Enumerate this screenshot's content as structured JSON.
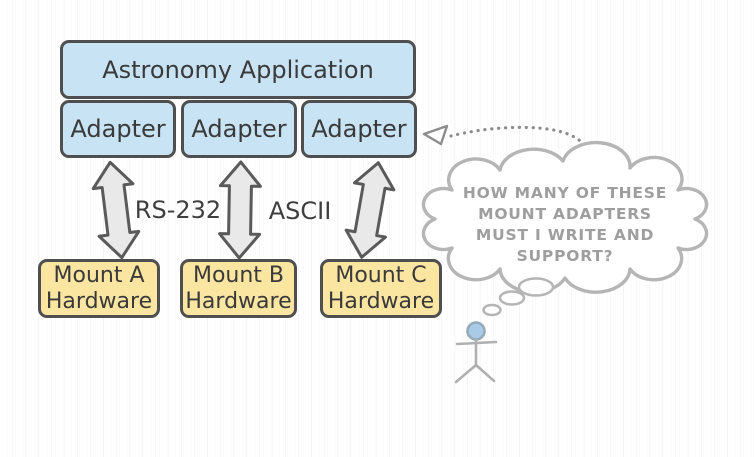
{
  "diagram": {
    "title": "Astronomy Application",
    "adapters": [
      {
        "label": "Adapter"
      },
      {
        "label": "Adapter"
      },
      {
        "label": "Adapter"
      }
    ],
    "connections": [
      {
        "label": "RS-232"
      },
      {
        "label": "ASCII"
      }
    ],
    "mounts": [
      {
        "line1": "Mount A",
        "line2": "Hardware"
      },
      {
        "line1": "Mount B",
        "line2": "Hardware"
      },
      {
        "line1": "Mount C",
        "line2": "Hardware"
      }
    ],
    "thought": {
      "text": "HOW MANY OF THESE\nMOUNT ADAPTERS\nMUST I WRITE AND\nSUPPORT?"
    },
    "icons": [
      "double-headed-arrow-icon",
      "dotted-connector-icon",
      "open-triangle-arrowhead-icon",
      "thought-cloud-icon",
      "thought-bubble-trail-icon",
      "stick-figure-icon"
    ],
    "colors": {
      "box_blue": "#c7e3f4",
      "box_yellow": "#fae5a1",
      "box_border": "#4f4f4f",
      "arrow_fill": "#e9e9e9",
      "arrow_stroke": "#5a5a5a",
      "sketch_gray": "#b5b5b5",
      "thought_text_gray": "#9e9e9e",
      "figure_head_blue": "#aacbe8",
      "text_dark": "#3a3a3a"
    }
  }
}
